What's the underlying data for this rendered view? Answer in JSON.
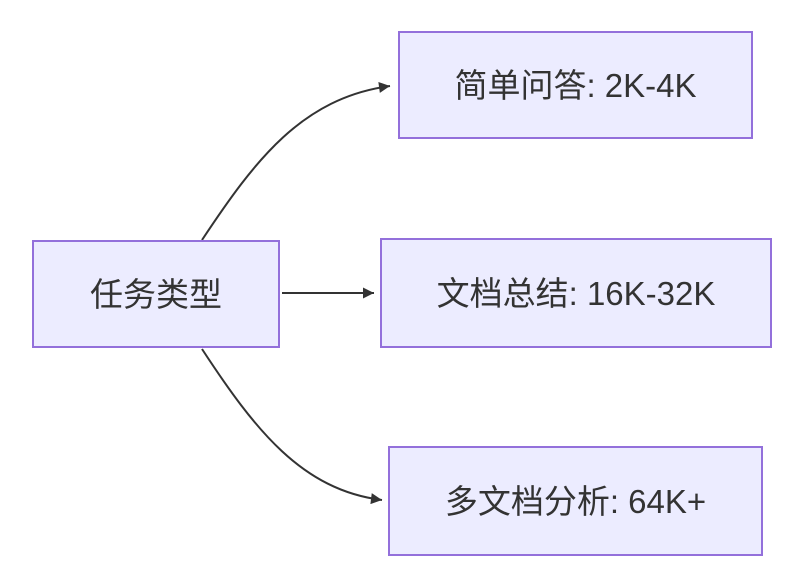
{
  "diagram": {
    "type": "flowchart",
    "direction": "left-to-right",
    "colors": {
      "background": "#ffffff",
      "node_fill": "#ECECFF",
      "node_border": "#9370DB",
      "text": "#333333",
      "edge": "#333333"
    },
    "nodes": [
      {
        "id": "task-type",
        "label": "任务类型"
      },
      {
        "id": "simple-qa",
        "label": "简单问答: 2K-4K"
      },
      {
        "id": "doc-summary",
        "label": "文档总结: 16K-32K"
      },
      {
        "id": "multi-doc",
        "label": "多文档分析: 64K+"
      }
    ],
    "edges": [
      {
        "from": "task-type",
        "to": "simple-qa"
      },
      {
        "from": "task-type",
        "to": "doc-summary"
      },
      {
        "from": "task-type",
        "to": "multi-doc"
      }
    ]
  }
}
